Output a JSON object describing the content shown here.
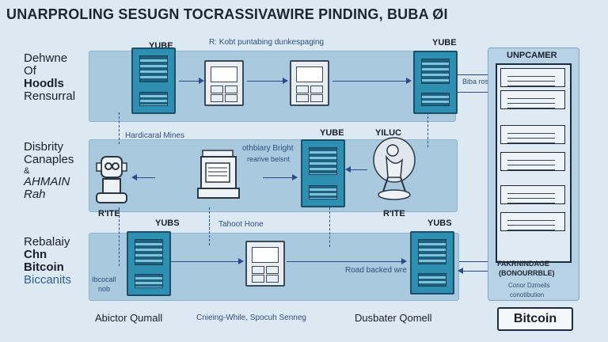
{
  "title": "UNARPROLING SESUGN TOCRASSIVAWIRE PINDING, BUBA ØI",
  "left_labels": {
    "group1": [
      "Dehwne",
      "Of",
      "Hoodls",
      "Rensurral"
    ],
    "group2": [
      "Disbrity",
      "Canaples",
      "&",
      "AHMAIN",
      "Rah"
    ],
    "group3": [
      "Rebalaiy",
      "Chn",
      "Bitcoin",
      "Biccanits"
    ]
  },
  "row1": {
    "server_tag_left": "YUBE",
    "caption": "R: Kobt puntabing dunkespaging",
    "server_tag_right": "YUBE",
    "side_note": "Biba rostasied"
  },
  "row2": {
    "caption": "Hardicaral Mines",
    "center_tag": "YUBE",
    "right_tag": "YILUC",
    "note_line1": "othbiary Bright",
    "note_line2": "rearive beisnt"
  },
  "row3": {
    "tag_left": "R'ITE",
    "tag_right": "R'ITE",
    "server_tag_left": "YUBS",
    "server_tag_right": "YUBS",
    "caption_top": "Tahoot Hone",
    "caption_right": "Road backed wre",
    "left_note": "Ibcocall",
    "left_note2": "nob"
  },
  "footer": {
    "left": "Abictor Qumall",
    "center": "Cnieing-While, Spocuh Senneg",
    "right": "Dusbater Qomell"
  },
  "panel": {
    "header": "UNPCAMER",
    "bottom_line1": "FAKRNINDAGE",
    "bottom_line2": "(BONOURRBLE)",
    "caption1": "Conor Dzmeils",
    "caption2": "conotibution",
    "badge": "Bitcoin"
  },
  "colors": {
    "background": "#dce9f2",
    "band": "#a9c9df",
    "server": "#2f8fb0",
    "arrow": "#2b4a8a"
  }
}
